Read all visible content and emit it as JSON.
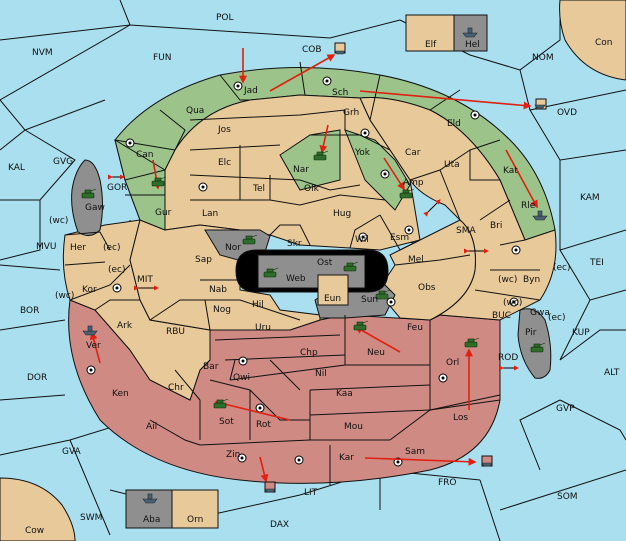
{
  "colors": {
    "sea": "#a9dfef",
    "neutral": "#e8c99a",
    "green": "#9cc48a",
    "red": "#cf8a84",
    "gray": "#8f8f8f",
    "border": "#111111",
    "arrow": "#e02010",
    "unit": "#2e6e2a"
  },
  "seas": {
    "pol": "POL",
    "fun": "FUN",
    "nvm": "NVM",
    "cob": "COB",
    "nom": "NOM",
    "con": "Con",
    "ovd": "OVD",
    "kal": "KAL",
    "gvg": "GVG",
    "gor": "GOR",
    "kam": "KAM",
    "sma": "SMA",
    "tei": "TEI",
    "mvu": "MVU",
    "mit": "MIT",
    "bor": "BOR",
    "rbu": "RBU",
    "buc": "BUC",
    "kup": "KUP",
    "rod": "ROD",
    "dor": "DOR",
    "alt": "ALT",
    "gvp": "GVP",
    "gva": "GVA",
    "fro": "FRO",
    "lit": "LIT",
    "som": "SOM",
    "swm": "SWM",
    "dax": "DAX",
    "cow": "Cow"
  },
  "provinces": {
    "jad": "Jad",
    "sch": "Sch",
    "qua": "Qua",
    "jos": "Jos",
    "grh": "Grh",
    "eld": "Eld",
    "can": "Can",
    "elc": "Elc",
    "nar": "Nar",
    "yok": "Yok",
    "car": "Car",
    "uta": "Uta",
    "kat": "Kat",
    "gur": "Gur",
    "tel": "Tel",
    "olk": "Olk",
    "amp": "Amp",
    "rle": "Rle",
    "gaw": "Gaw",
    "lan": "Lan",
    "hug": "Hug",
    "bri": "Bri",
    "her": "Her",
    "nor": "Nor",
    "skr": "Skr",
    "wil": "Wil",
    "esm": "Esm",
    "sap": "Sap",
    "ost": "Ost",
    "web": "Web",
    "mel": "Mel",
    "byn": "Byn",
    "kor": "Kor",
    "nab": "Nab",
    "eun": "Eun",
    "obs": "Obs",
    "sun": "Sun",
    "gwa": "Gwa",
    "nog": "Nog",
    "hil": "Hil",
    "ark": "Ark",
    "uru": "Uru",
    "feu": "Feu",
    "pir": "Pir",
    "ver": "Ver",
    "neu": "Neu",
    "chp": "Chp",
    "orl": "Orl",
    "bar": "Bar",
    "qwi": "Qwi",
    "nil": "Nil",
    "ken": "Ken",
    "chr": "Chr",
    "kaa": "Kaa",
    "sot": "Sot",
    "rot": "Rot",
    "los": "Los",
    "ail": "Ail",
    "mou": "Mou",
    "sam": "Sam",
    "zin": "Zin",
    "kar": "Kar"
  },
  "coast_tags": {
    "wc1": "(wc)",
    "ec1": "(ec)",
    "ec2": "(ec)",
    "wc2": "(wc)",
    "wc3": "(wc)",
    "ec3": "(ec)",
    "wc4": "(wc)",
    "ec4": "(ec)"
  },
  "boxes": {
    "elf": "Elf",
    "hel": "Hel",
    "aba": "Aba",
    "orn": "Orn"
  }
}
